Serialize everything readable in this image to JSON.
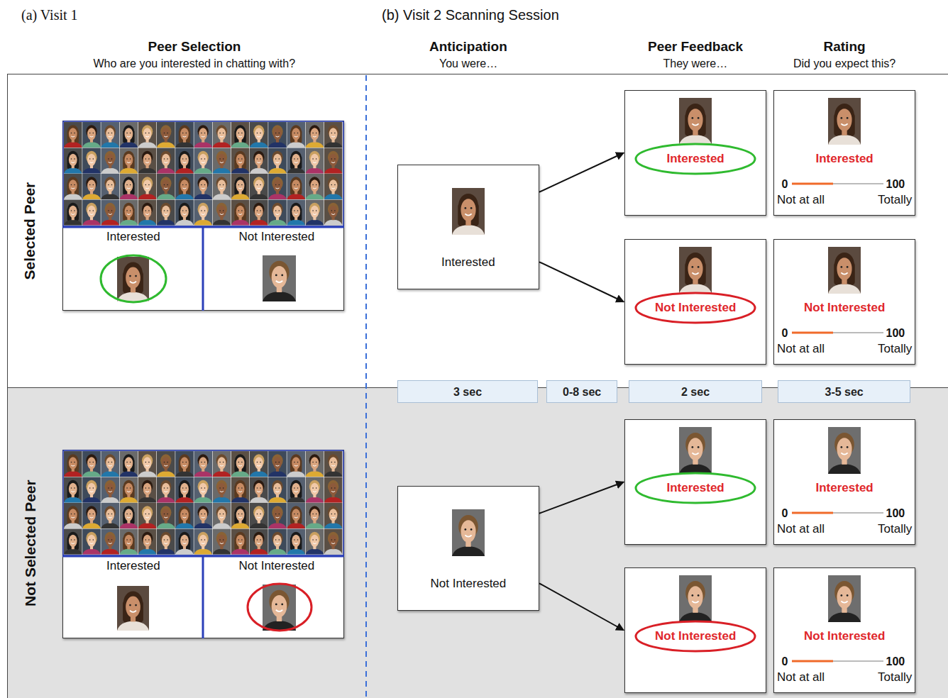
{
  "diagram": {
    "nodes": [
      {
        "text": [
          "Selected Peer"
        ]
      },
      {
        "text": [
          "Interested",
          "Not Interested"
        ],
        "in": 0
      },
      {
        "text": [
          "Interested"
        ],
        "in": 0
      },
      {
        "text": [
          "Interested"
        ],
        "in": 0
      },
      {
        "text": [
          "Interested",
          "0",
          "100",
          "Not at all",
          "Totally"
        ],
        "in": 0
      },
      {
        "text": [
          "Not Interested"
        ],
        "in": 0
      },
      {
        "text": [
          "Not Interested",
          "0",
          "100",
          "Not at all",
          "Totally"
        ],
        "in": 0
      },
      {
        "text": [
          "3 sec"
        ]
      },
      {
        "text": [
          "0-8 sec"
        ]
      },
      {
        "text": [
          "2 sec"
        ]
      },
      {
        "text": [
          "3-5 sec"
        ]
      },
      {
        "text": [
          "Not Selected Peer"
        ]
      },
      {
        "text": [
          "Interested",
          "Not Interested"
        ],
        "in": 11
      },
      {
        "text": [
          "Not Interested"
        ],
        "in": 11
      },
      {
        "text": [
          "Interested"
        ],
        "in": 11
      },
      {
        "text": [
          "Interested",
          "0",
          "100",
          "Not at all",
          "Totally"
        ],
        "in": 11
      },
      {
        "text": [
          "Not Interested"
        ],
        "in": 11
      },
      {
        "text": [
          "Not Interested",
          "0",
          "100",
          "Not at all",
          "Totally"
        ],
        "in": 11
      }
    ],
    "edges": [
      {
        "from": 2,
        "to": 3,
        "arrow": "to"
      },
      {
        "from": 2,
        "to": 5,
        "arrow": "to"
      },
      {
        "from": 13,
        "to": 14,
        "arrow": "to"
      },
      {
        "from": 13,
        "to": 16,
        "arrow": "to"
      }
    ],
    "labels": [
      "(a) Visit 1",
      "(b) Visit 2 Scanning Session",
      "Peer Selection",
      "Who are you interested in chatting with?",
      "Anticipation",
      "You were…",
      "Peer Feedback",
      "They were…",
      "Rating",
      "Did you expect this?"
    ]
  }
}
